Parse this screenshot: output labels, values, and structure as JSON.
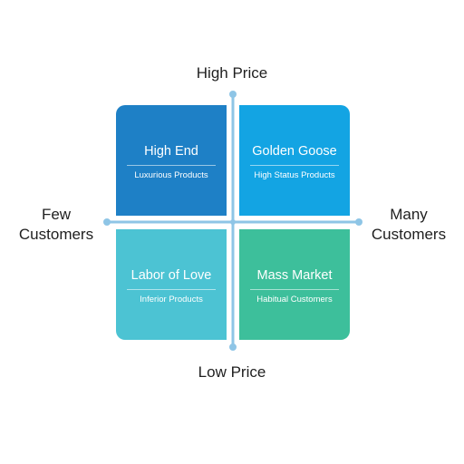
{
  "axes": {
    "top": "High Price",
    "bottom": "Low Price",
    "left": [
      "Few",
      "Customers"
    ],
    "right": [
      "Many",
      "Customers"
    ],
    "color": "#8ec5e6"
  },
  "quadrants": {
    "top_left": {
      "title": "High End",
      "subtitle": "Luxurious Products",
      "color": "#1e80c6"
    },
    "top_right": {
      "title": "Golden Goose",
      "subtitle": "High Status Products",
      "color": "#13a4e3"
    },
    "bottom_left": {
      "title": "Labor of Love",
      "subtitle": "Inferior Products",
      "color": "#4cc3d3"
    },
    "bottom_right": {
      "title": "Mass Market",
      "subtitle": "Habitual Customers",
      "color": "#3dbf9b"
    }
  }
}
